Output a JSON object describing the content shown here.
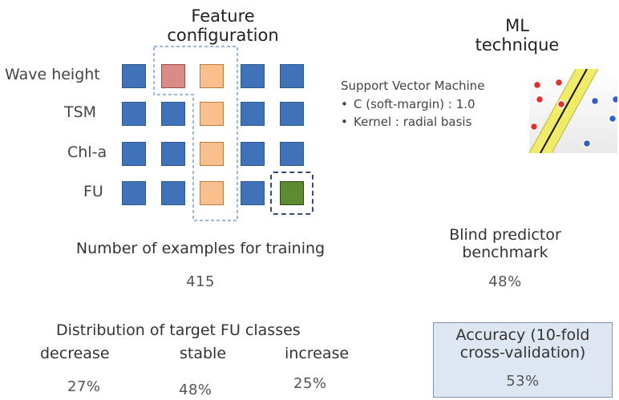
{
  "feature_config": {
    "title_line1": "Feature",
    "title_line2": "configuration",
    "row_labels": [
      "Wave height",
      "TSM",
      "Chl-a",
      "FU"
    ]
  },
  "ml": {
    "title_line1": "ML",
    "title_line2": "technique",
    "method": "Support Vector Machine",
    "bullets": [
      "C (soft-margin) : 1.0",
      "Kernel : radial basis"
    ],
    "illustration_icon": "svm-margin-icon"
  },
  "training": {
    "label": "Number of examples for training",
    "value": "415"
  },
  "blind": {
    "label_line1": "Blind predictor",
    "label_line2": "benchmark",
    "value": "48%"
  },
  "distribution": {
    "title": "Distribution of target FU classes",
    "classes": [
      {
        "name": "decrease",
        "value": "27%"
      },
      {
        "name": "stable",
        "value": "48%"
      },
      {
        "name": "increase",
        "value": "25%"
      }
    ]
  },
  "accuracy": {
    "label_line1": "Accuracy (10-fold",
    "label_line2": "cross-validation)",
    "value": "53%"
  },
  "colors": {
    "blue": "#3f72b8",
    "orange": "#f8bf8f",
    "red": "#d98c86",
    "green": "#5c8a2e",
    "accuracy_fill": "#dde6f1"
  }
}
